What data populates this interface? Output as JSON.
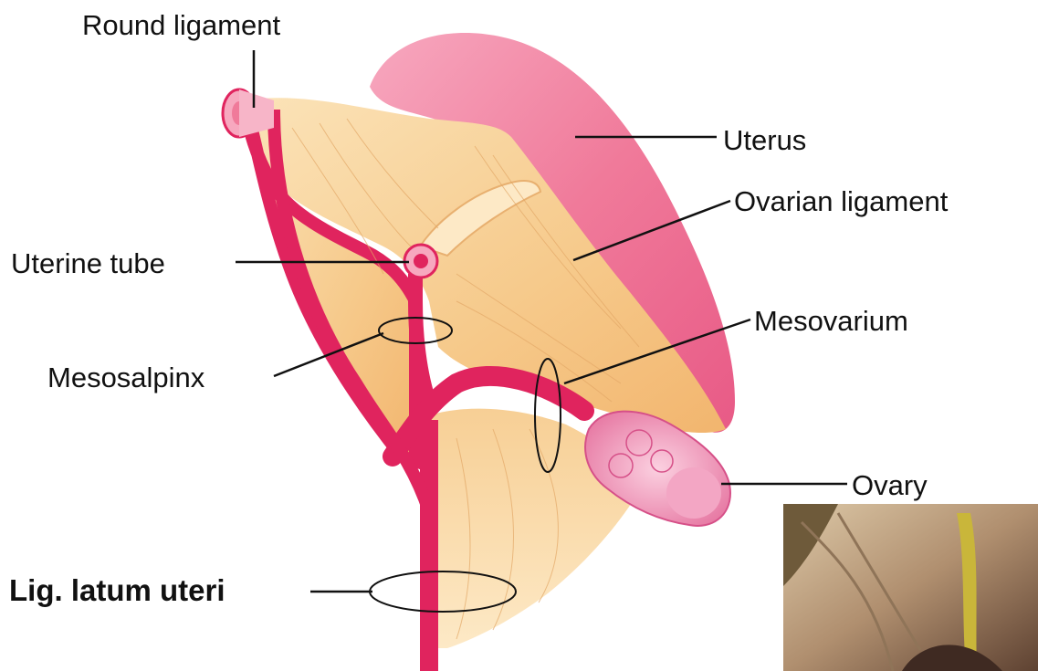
{
  "labels": {
    "round_ligament": "Round ligament",
    "uterus": "Uterus",
    "ovarian_ligament": "Ovarian ligament",
    "uterine_tube": "Uterine tube",
    "mesovarium": "Mesovarium",
    "mesosalpinx": "Mesosalpinx",
    "ovary": "Ovary",
    "lig_latum_uteri": "Lig. latum uteri"
  },
  "colors": {
    "background": "#ffffff",
    "uterus_pink": "#f07a9a",
    "vessel_red": "#e0245e",
    "ligament_tan": "#f6c98a",
    "ligament_light": "#fbe3b8",
    "ovary_pink": "#f0a0c0",
    "leader_line": "#111111",
    "inset_brown": "#8a6a52"
  }
}
